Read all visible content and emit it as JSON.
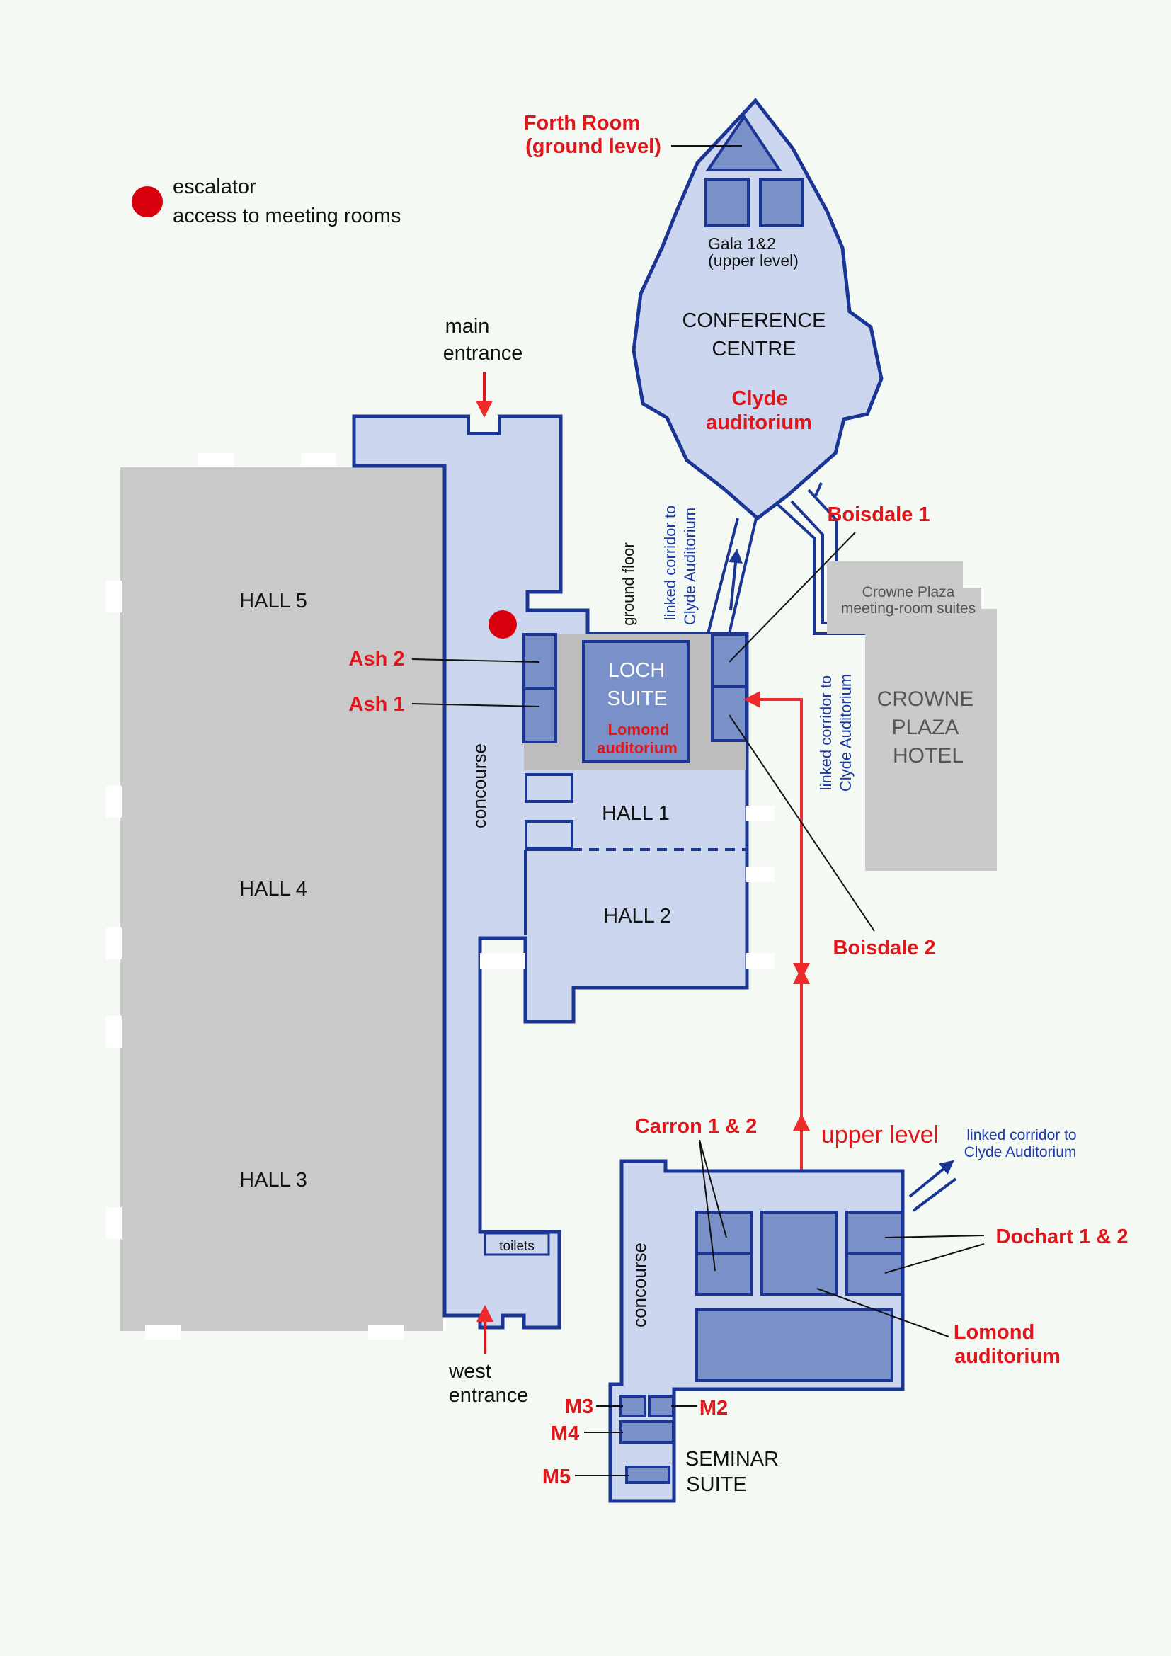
{
  "legend": {
    "dot_color": "#d8000c",
    "line1": "escalator",
    "line2": "access to meeting rooms"
  },
  "main_entrance": {
    "line1": "main",
    "line2": "entrance"
  },
  "west_entrance": {
    "line1": "west",
    "line2": "entrance"
  },
  "halls": {
    "hall5": "HALL 5",
    "hall4": "HALL 4",
    "hall3": "HALL 3",
    "hall1": "HALL 1",
    "hall2": "HALL 2"
  },
  "concourse_main": "concourse",
  "concourse_seminar": "concourse",
  "toilets": "toilets",
  "ground_floor": "ground floor",
  "conference": {
    "forth_line1": "Forth Room",
    "forth_line2": "(ground level)",
    "gala_line1": "Gala 1&2",
    "gala_line2": "(upper level)",
    "centre_line1": "CONFERENCE",
    "centre_line2": "CENTRE",
    "clyde_line1": "Clyde",
    "clyde_line2": "auditorium"
  },
  "corridor_ground": {
    "line1": "linked corridor to",
    "line2": "Clyde Auditorium"
  },
  "corridor_mid": {
    "line1": "linked corridor to",
    "line2": "Clyde Auditorium"
  },
  "corridor_upper": {
    "line1": "linked corridor to",
    "line2": "Clyde Auditorium"
  },
  "loch_suite": {
    "line1": "LOCH",
    "line2": "SUITE",
    "lomond1": "Lomond",
    "lomond2": "auditorium"
  },
  "rooms": {
    "ash2": "Ash 2",
    "ash1": "Ash 1",
    "boisdale1": "Boisdale 1",
    "boisdale2": "Boisdale 2",
    "carron": "Carron 1 & 2",
    "dochart": "Dochart 1 & 2",
    "lomond_line1": "Lomond",
    "lomond_line2": "auditorium",
    "m2": "M2",
    "m3": "M3",
    "m4": "M4",
    "m5": "M5"
  },
  "upper_level": "upper level",
  "crowne_plaza": {
    "suites_line1": "Crowne Plaza",
    "suites_line2": "meeting-room suites",
    "hotel_line1": "CROWNE",
    "hotel_line2": "PLAZA",
    "hotel_line3": "HOTEL"
  },
  "seminar_suite": {
    "line1": "SEMINAR",
    "line2": "SUITE"
  },
  "colors": {
    "building_fill": "#ccd6ee",
    "building_outline": "#1a3594",
    "room_fill": "#7a90c8",
    "hall_grey": "#cacaca",
    "label_red": "#e0161b",
    "corridor_blue": "#1a3aa8",
    "route_red": "#ee2a2a"
  }
}
